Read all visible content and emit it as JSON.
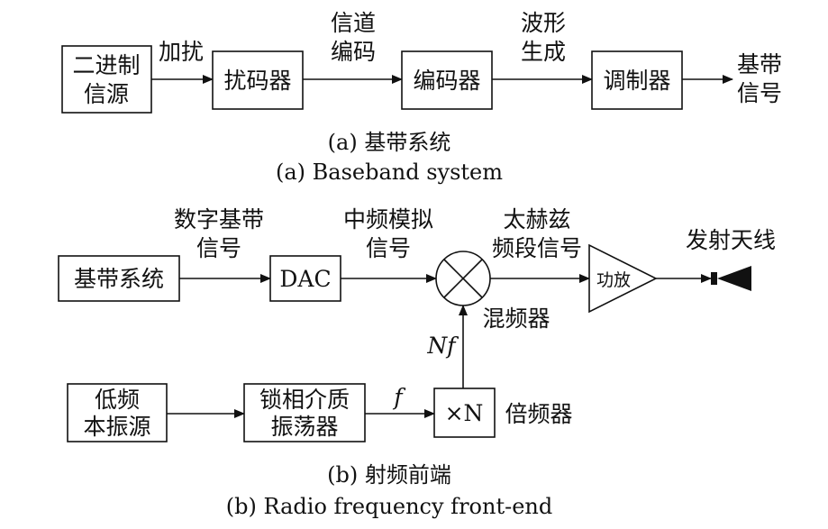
{
  "part_a": {
    "blocks": {
      "binary_source": [
        "二进制",
        "信源"
      ],
      "scrambler": "扰码器",
      "encoder": "编码器",
      "modulator": "调制器"
    },
    "signals": {
      "scramble": "加扰",
      "channel_coding": [
        "信道",
        "编码"
      ],
      "waveform_gen": [
        "波形",
        "生成"
      ],
      "baseband_signal": [
        "基带",
        "信号"
      ]
    },
    "caption_cn": "(a) 基带系统",
    "caption_en": "(a) Baseband system"
  },
  "part_b": {
    "blocks": {
      "baseband_system": "基带系统",
      "dac": "DAC",
      "pa": "功放",
      "lo": [
        "低频",
        "本振源"
      ],
      "pldro": [
        "锁相介质",
        "振荡器"
      ],
      "multiplier": "×N"
    },
    "signals": {
      "digital_baseband": [
        "数字基带",
        "信号"
      ],
      "if_analog": [
        "中频模拟",
        "信号"
      ],
      "thz_band": [
        "太赫兹",
        "频段信号"
      ],
      "transmit_antenna": "发射天线",
      "mixer": "混频器",
      "nf": "Nf",
      "f": "f",
      "multiplier_label": "倍频器"
    },
    "caption_cn": "(b) 射频前端",
    "caption_en": "(b) Radio frequency front-end"
  }
}
